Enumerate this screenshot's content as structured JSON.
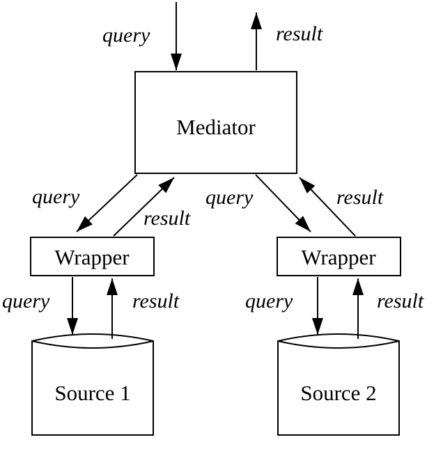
{
  "diagram": {
    "mediator": {
      "label": "Mediator"
    },
    "wrappers": [
      {
        "label": "Wrapper"
      },
      {
        "label": "Wrapper"
      }
    ],
    "sources": [
      {
        "label": "Source 1"
      },
      {
        "label": "Source 2"
      }
    ],
    "edge_labels": {
      "top_query": "query",
      "top_result": "result",
      "left_query": "query",
      "left_result": "result",
      "right_query": "query",
      "right_result": "result",
      "w1_query": "query",
      "w1_result": "result",
      "w2_query": "query",
      "w2_result": "result"
    },
    "colors": {
      "stroke": "#000000",
      "background": "#ffffff"
    }
  }
}
